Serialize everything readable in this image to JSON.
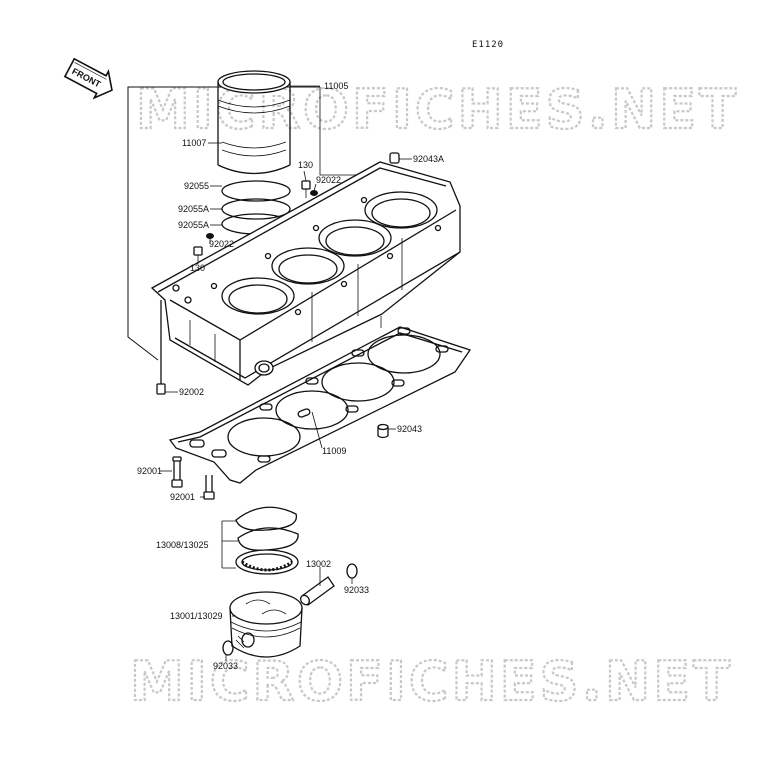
{
  "diagram": {
    "code": "E1120",
    "front_label": "FRONT",
    "watermark_top": "MICROFICHES.NET",
    "watermark_bottom": "MICROFICHES.NET",
    "parts": {
      "p11005": "11005",
      "p11007": "11007",
      "p92055": "92055",
      "p92055A_1": "92055A",
      "p92055A_2": "92055A",
      "p130_top": "130",
      "p92022_top": "92022",
      "p92043A": "92043A",
      "p92022_left": "92022",
      "p130_left": "130",
      "p92002": "92002",
      "p92043": "92043",
      "p11009": "11009",
      "p92001_1": "92001",
      "p92001_2": "92001",
      "p13008": "13008/13025",
      "p13002": "13002",
      "p92033_right": "92033",
      "p13001": "13001/13029",
      "p92033_bottom": "92033"
    }
  }
}
